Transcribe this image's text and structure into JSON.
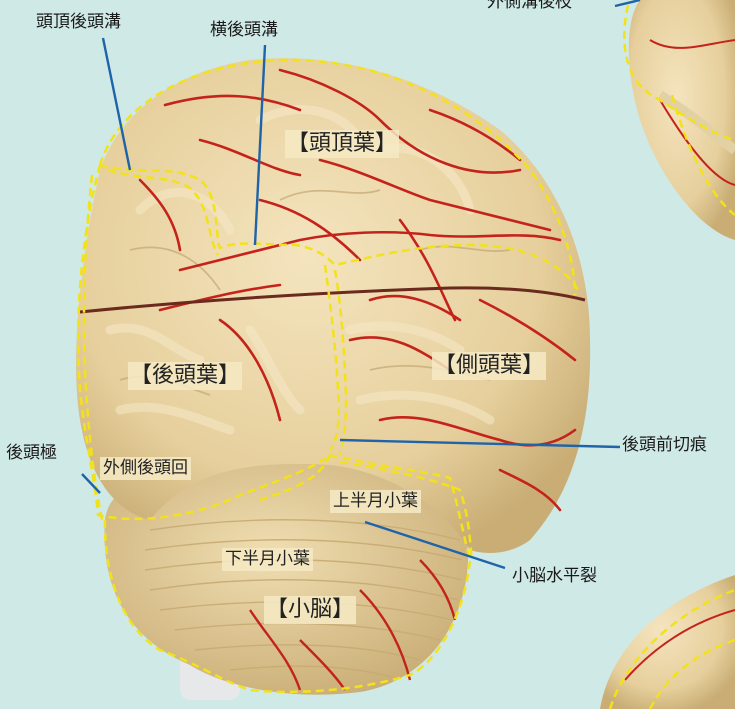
{
  "labels": {
    "parietal_occipital_sulcus": "頭頂後頭溝",
    "transverse_occipital_sulcus": "横後頭溝",
    "lateral_sulcus_posterior_branch": "外側溝後枝",
    "parietal_lobe": "【頭頂葉】",
    "occipital_lobe": "【後頭葉】",
    "temporal_lobe": "【側頭葉】",
    "occipital_pole": "後頭極",
    "lateral_occipital_gyrus": "外側後頭回",
    "preoccipital_notch": "後頭前切痕",
    "superior_semilunar_lobule": "上半月小葉",
    "inferior_semilunar_lobule": "下半月小葉",
    "horizontal_fissure": "小脳水平裂",
    "cerebellum": "【小脳】"
  },
  "colors": {
    "background": "#cfe9e7",
    "brain": "#e9d3a3",
    "vessel": "#c4231c",
    "boundary": "#f2e21a",
    "leader_line": "#1f63a8"
  }
}
